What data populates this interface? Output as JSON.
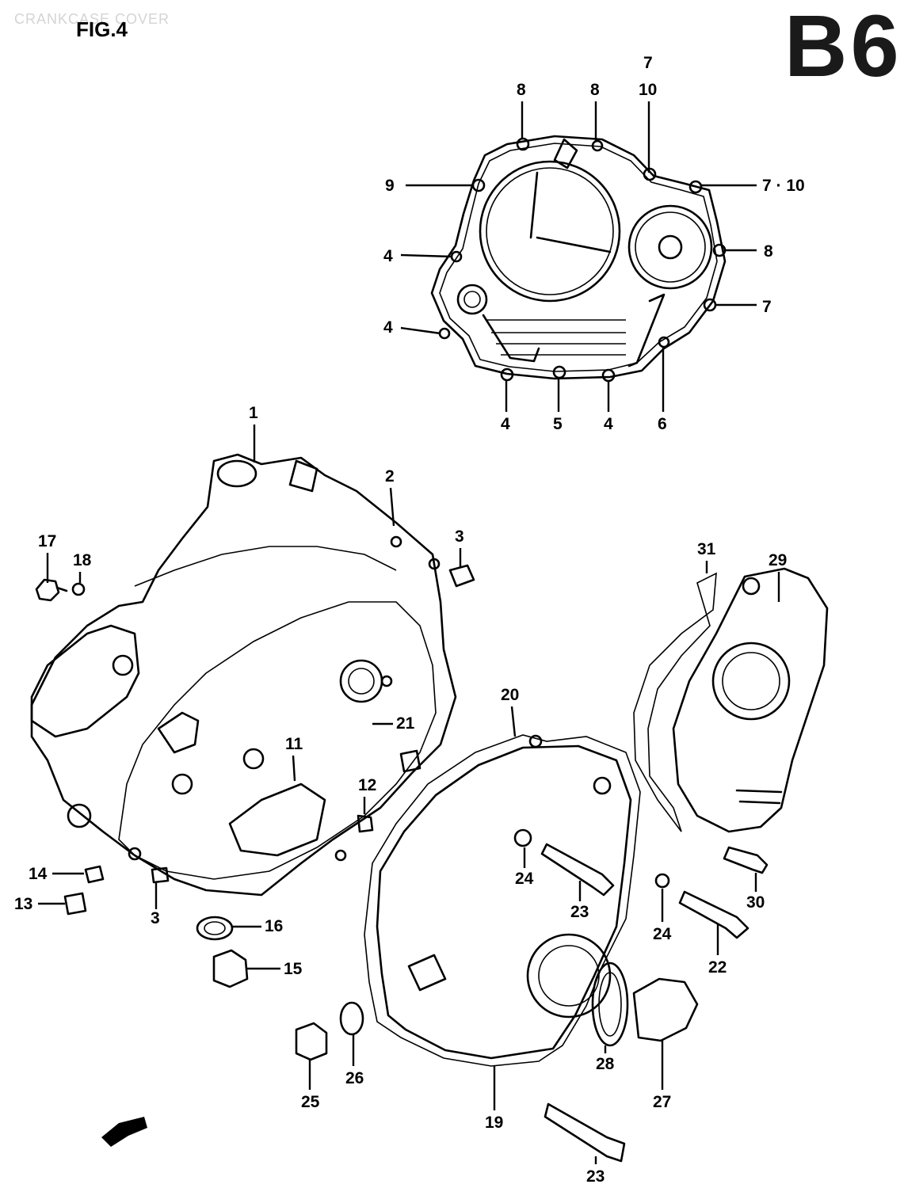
{
  "header": {
    "title": "CRANKCASE COVER",
    "fig_label": "FIG.4",
    "page_code": "B6"
  },
  "callouts": {
    "upper": {
      "c7_top": "7",
      "c8_a": "8",
      "c8_b": "8",
      "c10_top": "10",
      "c9": "9",
      "c7_10_right": "7 · 10",
      "c4_a": "4",
      "c8_right": "8",
      "c4_b": "4",
      "c7_right": "7",
      "c4_c": "4",
      "c5": "5",
      "c4_d": "4",
      "c6": "6"
    },
    "lower": {
      "c1": "1",
      "c2": "2",
      "c3_top": "3",
      "c17": "17",
      "c18": "18",
      "c31": "31",
      "c29": "29",
      "c20": "20",
      "c21": "21",
      "c11": "11",
      "c12": "12",
      "c14": "14",
      "c13": "13",
      "c3_bottom": "3",
      "c16": "16",
      "c15": "15",
      "c24_a": "24",
      "c23_a": "23",
      "c24_b": "24",
      "c30": "30",
      "c22": "22",
      "c28": "28",
      "c27": "27",
      "c26": "26",
      "c25": "25",
      "c19": "19",
      "c23_b": "23"
    }
  }
}
